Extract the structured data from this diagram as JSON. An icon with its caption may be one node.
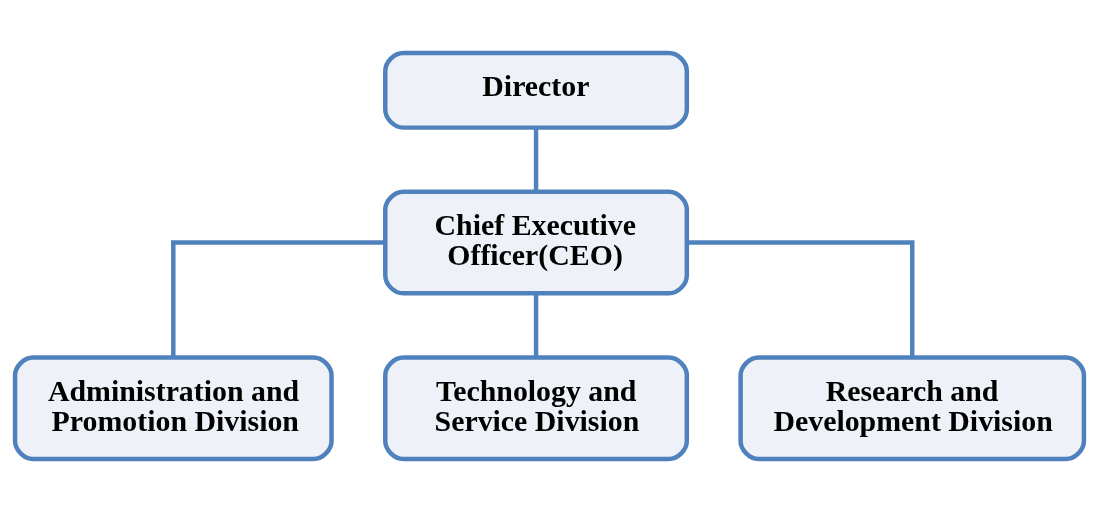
{
  "diagram": {
    "nodes": [
      {
        "text": [
          "Director"
        ]
      },
      {
        "text": [
          "Chief Executive Officer(CEO)"
        ]
      },
      {
        "text": [
          "Administration and Promotion Division"
        ]
      },
      {
        "text": [
          "Technology and Service Division"
        ]
      },
      {
        "text": [
          "Research and Development Division"
        ]
      }
    ],
    "edges": [
      {
        "from": 0,
        "to": 1,
        "arrow": "none"
      },
      {
        "from": 1,
        "to": 2,
        "arrow": "none"
      },
      {
        "from": 1,
        "to": 3,
        "arrow": "none"
      },
      {
        "from": 1,
        "to": 4,
        "arrow": "none"
      }
    ]
  }
}
